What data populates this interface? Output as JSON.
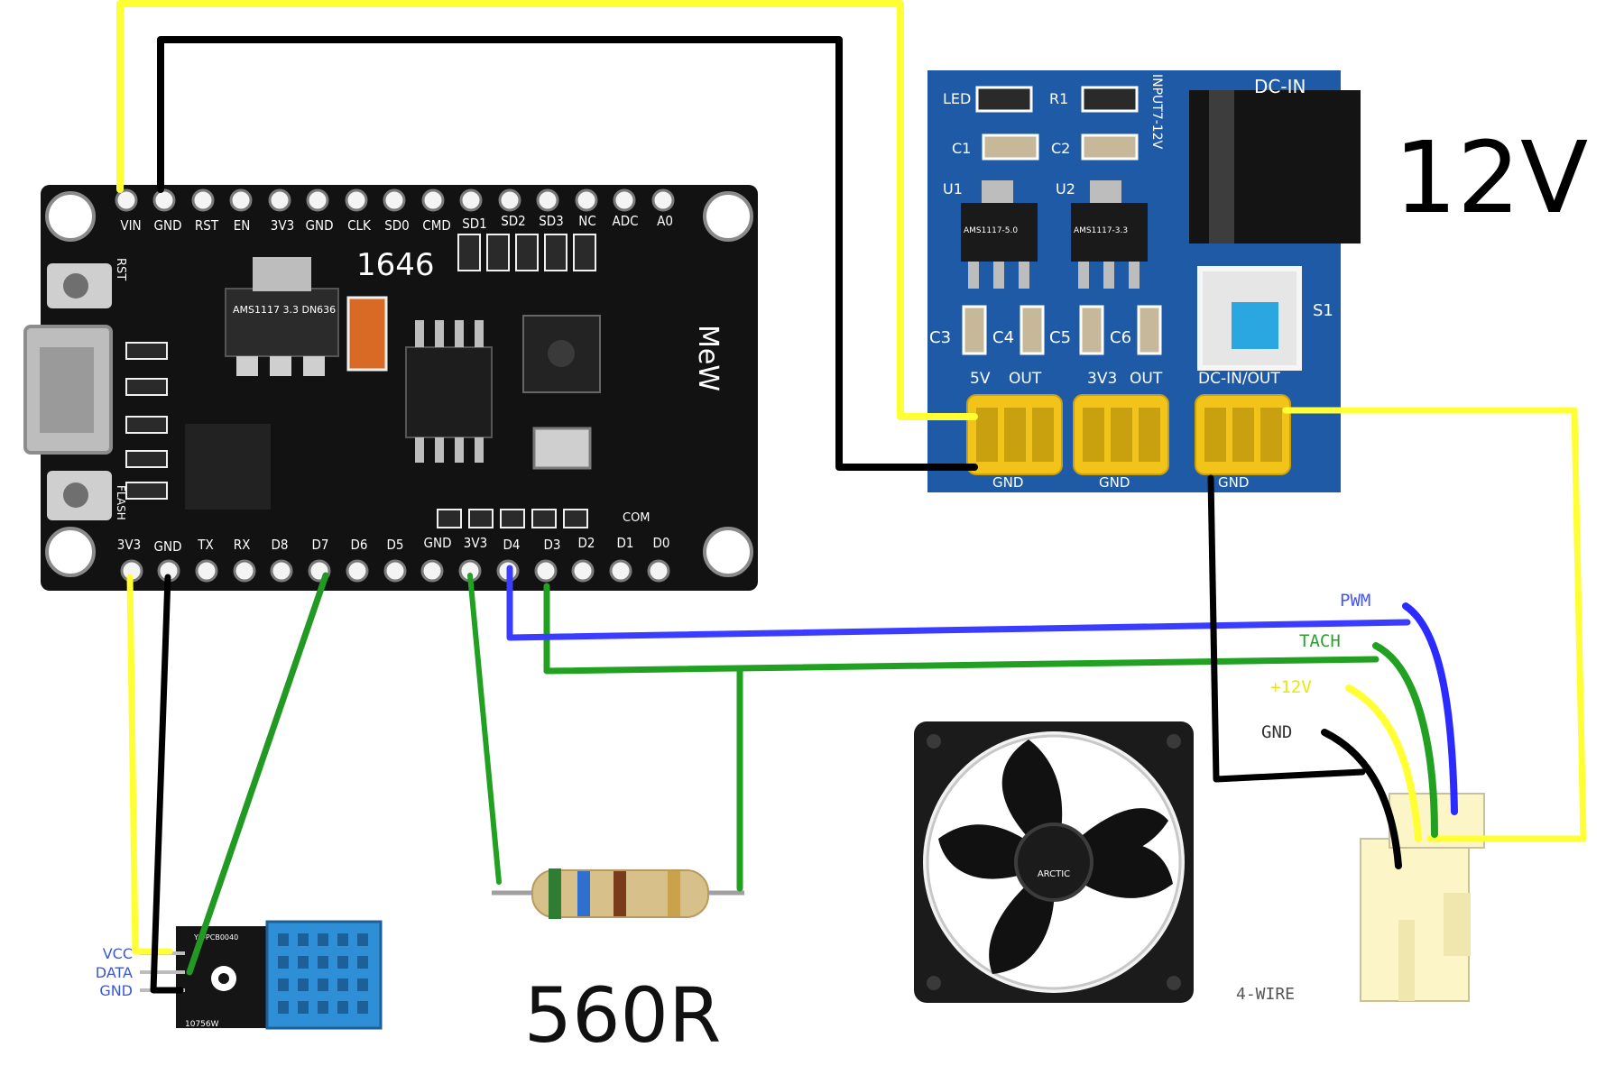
{
  "nodemcu": {
    "top_pins": [
      "VIN",
      "GND",
      "RST",
      "EN",
      "3V3",
      "GND",
      "CLK",
      "SD0",
      "CMD",
      "SD1",
      "SD2",
      "SD3",
      "NC",
      "ADC",
      "A0"
    ],
    "bottom_pins": [
      "3V3",
      "GND",
      "TX",
      "RX",
      "D8",
      "D7",
      "D6",
      "D5",
      "GND",
      "3V3",
      "D4",
      "D3",
      "D2",
      "D1",
      "D0"
    ],
    "chip_code": "1646",
    "regulator_text": "AMS1117 3.3 DN636",
    "rst_label": "RST",
    "flash_label": "FLASH",
    "com_label": "COM",
    "logo_text": "MeW"
  },
  "power_module": {
    "led_label": "LED",
    "r1_label": "R1",
    "input_label": "INPUT7-12V",
    "dcin_label": "DC-IN",
    "c1_label": "C1",
    "c2_label": "C2",
    "u1_label": "U1",
    "u2_label": "U2",
    "s1_label": "S1",
    "c3_label": "C3",
    "c4_label": "C4",
    "c5_label": "C5",
    "c6_label": "C6",
    "reg1_text": "AMS1117-5.0",
    "reg2_text": "AMS1117-3.3",
    "header_labels": [
      "5V",
      "OUT",
      "3V3",
      "OUT",
      "DC-IN/OUT"
    ],
    "gnd_labels": [
      "GND",
      "GND",
      "GND"
    ]
  },
  "labels": {
    "voltage": "12V",
    "resistor_value": "560R",
    "fan_connector": "4-WIRE",
    "fan_brand": "ARCTIC"
  },
  "fan_wires": [
    "PWM",
    "TACH",
    "+12V",
    "GND"
  ],
  "sensor": {
    "pins": [
      "VCC",
      "DATA",
      "GND"
    ],
    "board_code": "10756W",
    "board_text": "YC-PCB0040"
  },
  "colors": {
    "yellow_wire": "#ffff33",
    "black_wire": "#000000",
    "blue_wire": "#3a3dff",
    "green_wire": "#22a022",
    "pwm_label": "#4455ff",
    "tach_label": "#2e9e2e",
    "v12_label": "#e8e800",
    "gnd_label": "#333333",
    "sensor_pin_label": "#3b57d6",
    "pcb_blue": "#1f5aa6",
    "header_yellow": "#f2c318"
  }
}
